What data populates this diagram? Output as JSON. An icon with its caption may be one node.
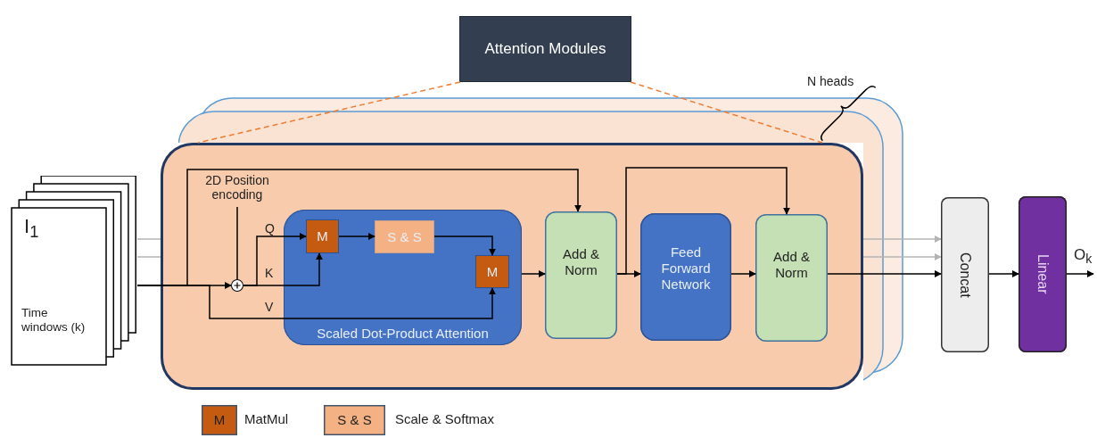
{
  "diagram": {
    "nodes": [
      {
        "text": [
          "Attention Modules"
        ]
      },
      {
        "text": [],
        "shape": "box"
      },
      {
        "text": [
          "I$_{1}$",
          "Time windows (k)"
        ]
      },
      {
        "text": [
          "2D Position encoding"
        ],
        "in": 1
      },
      {
        "text": [],
        "shape": "circle",
        "in": 1
      },
      {
        "text": [
          "Scaled Dot-Product Attention"
        ],
        "in": 1
      },
      {
        "text": [
          "M"
        ],
        "in": 5
      },
      {
        "text": [
          "S & S"
        ],
        "in": 5
      },
      {
        "text": [
          "M"
        ],
        "in": 5
      },
      {
        "text": [
          "Add & Norm"
        ],
        "in": 1
      },
      {
        "text": [
          "Feed Forward Network"
        ],
        "in": 1
      },
      {
        "text": [
          "Add & Norm"
        ],
        "in": 1
      },
      {
        "text": [
          "Concat"
        ]
      },
      {
        "text": [
          "Linear"
        ]
      },
      {
        "text": [
          "M"
        ],
        "beside": [
          "MatMul"
        ]
      },
      {
        "text": [
          "S & S"
        ],
        "beside": [
          "Scale & Softmax"
        ]
      }
    ],
    "edges": [
      {
        "from": 0,
        "to": 1,
        "arrow": "none",
        "style": "dashed",
        "color": "#ed7d31"
      },
      {
        "from": 0,
        "to": 1,
        "arrow": "none",
        "style": "dashed",
        "color": "#ed7d31"
      },
      {
        "from": 2,
        "to": 4,
        "arrow": "to"
      },
      {
        "from": 2,
        "to": 9,
        "arrow": "to"
      },
      {
        "from": 2,
        "to": 8,
        "arrow": "to",
        "label": "V"
      },
      {
        "from": 3,
        "to": 4,
        "arrow": "none"
      },
      {
        "from": 4,
        "to": 6,
        "arrow": "to",
        "label": "Q"
      },
      {
        "from": 4,
        "to": 6,
        "arrow": "to",
        "label": "K"
      },
      {
        "from": 6,
        "to": 7,
        "arrow": "to"
      },
      {
        "from": 7,
        "to": 8,
        "arrow": "to"
      },
      {
        "from": 5,
        "to": 9,
        "arrow": "to"
      },
      {
        "from": 9,
        "to": 10,
        "arrow": "to"
      },
      {
        "from": 9,
        "to": 11,
        "arrow": "to"
      },
      {
        "from": 10,
        "to": 11,
        "arrow": "to"
      },
      {
        "from": 11,
        "to": 12,
        "arrow": "to"
      },
      {
        "from": 1,
        "to": 12,
        "arrow": "to",
        "color": "#b4b4b4"
      },
      {
        "from": 1,
        "to": 12,
        "arrow": "to",
        "color": "#b4b4b4"
      },
      {
        "from": 2,
        "to": 1,
        "arrow": "none",
        "color": "#b4b4b4"
      },
      {
        "from": 2,
        "to": 1,
        "arrow": "none",
        "color": "#b4b4b4"
      },
      {
        "from": 12,
        "to": 13,
        "arrow": "to"
      },
      {
        "from": 13,
        "to": null,
        "arrow": "to",
        "label": "O$_{k}$"
      }
    ],
    "labels": [
      "N heads"
    ]
  }
}
